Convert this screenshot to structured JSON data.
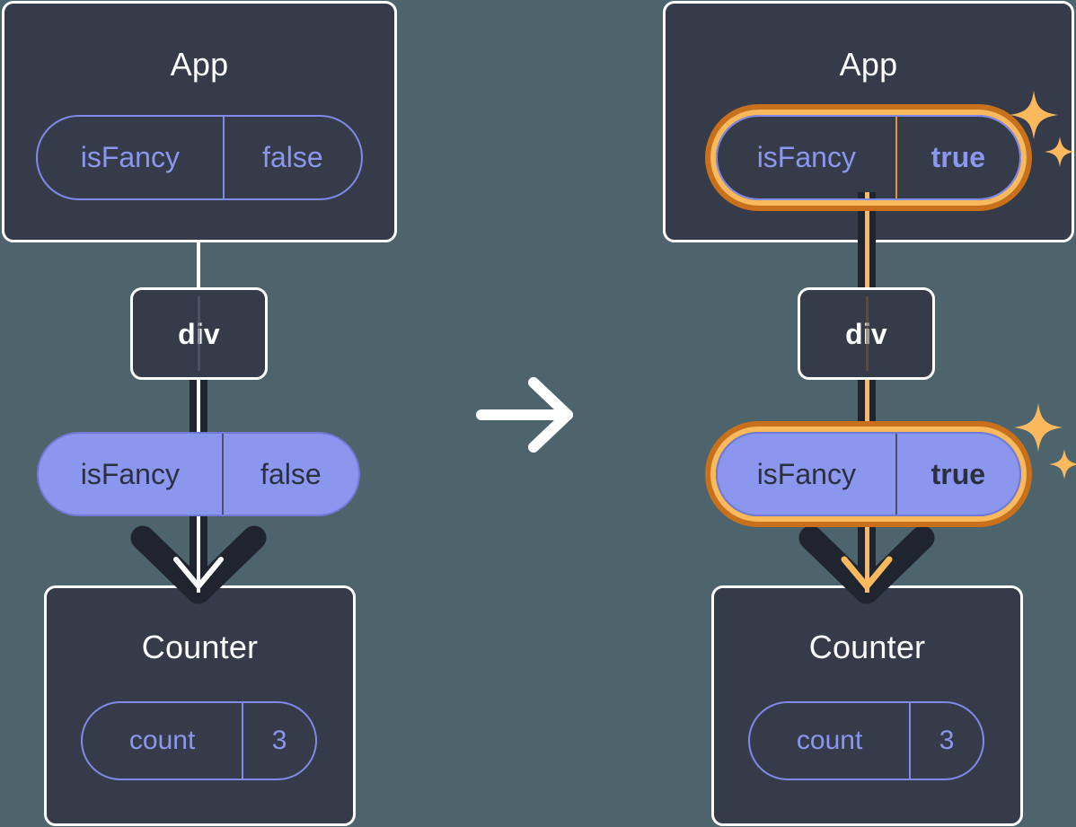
{
  "figure": {
    "title": "React state propagation before and after isFancy toggle",
    "background_color": "#4d646d",
    "card_color": "#353b49",
    "accent_purple": "#8b96ee",
    "highlight_orange_outer": "#c9711a",
    "highlight_orange_inner": "#fbb95e",
    "sparkle_color": "#fbb95e",
    "transition_arrow_icon": "right-arrow-icon"
  },
  "panels": [
    {
      "id": "before",
      "app": {
        "title": "App",
        "state_pill": {
          "name": "isFancy",
          "value": "false",
          "highlighted": false,
          "style": "outline"
        }
      },
      "div": {
        "title": "div"
      },
      "props_pill": {
        "name": "isFancy",
        "value": "false",
        "highlighted": false,
        "style": "filled"
      },
      "counter": {
        "title": "Counter",
        "state_pill": {
          "name": "count",
          "value": "3",
          "highlighted": false,
          "style": "outline"
        }
      }
    },
    {
      "id": "after",
      "app": {
        "title": "App",
        "state_pill": {
          "name": "isFancy",
          "value": "true",
          "highlighted": true,
          "style": "outline"
        }
      },
      "div": {
        "title": "div"
      },
      "props_pill": {
        "name": "isFancy",
        "value": "true",
        "highlighted": true,
        "style": "filled"
      },
      "counter": {
        "title": "Counter",
        "state_pill": {
          "name": "count",
          "value": "3",
          "highlighted": false,
          "style": "outline"
        }
      }
    }
  ]
}
